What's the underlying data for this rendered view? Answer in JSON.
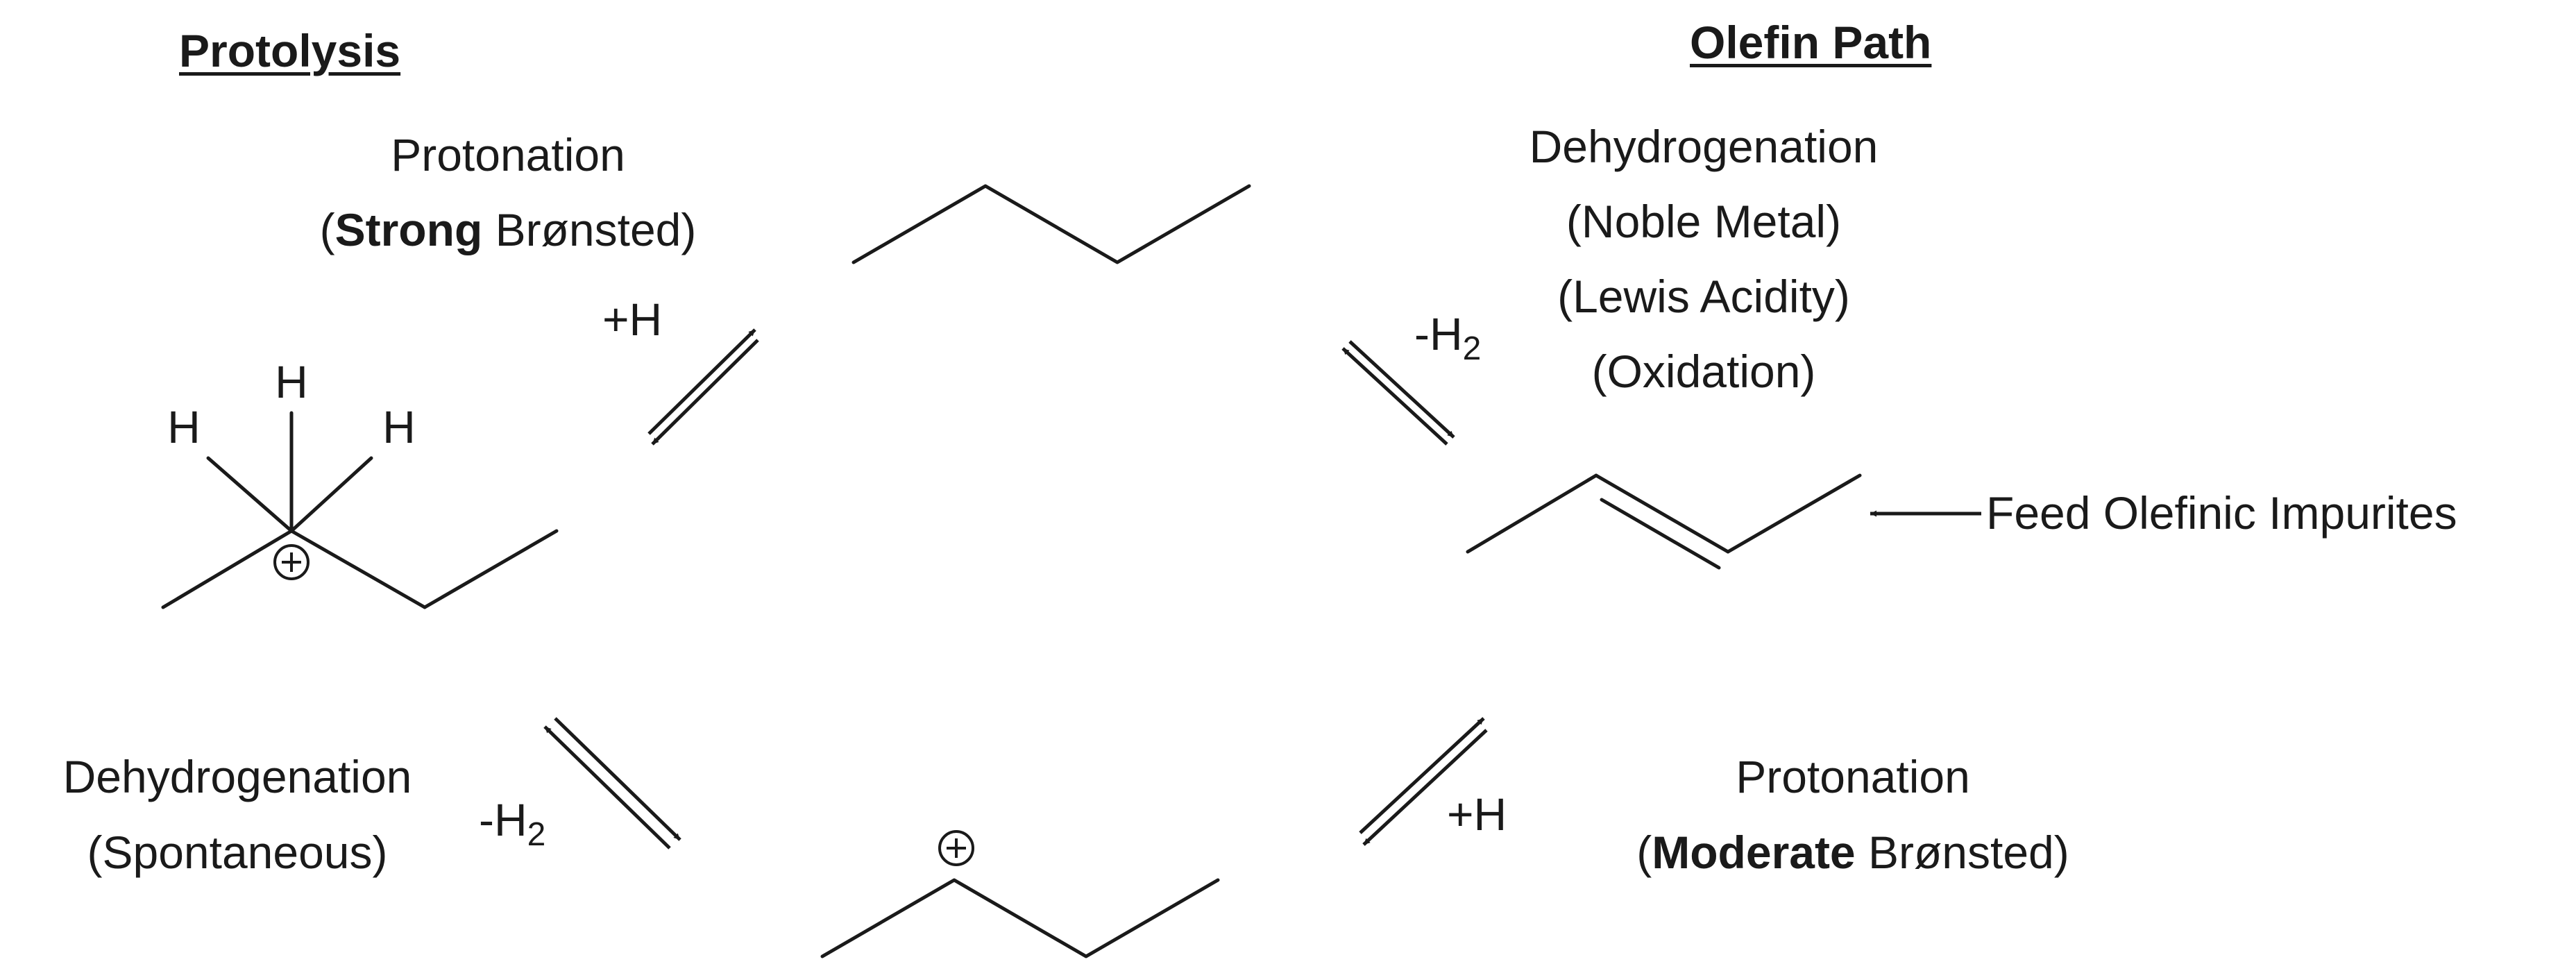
{
  "headings": {
    "left": "Protolysis",
    "right": "Olefin Path"
  },
  "top_left": {
    "line1": "Protonation",
    "line2_open": "(",
    "line2_bold": "Strong",
    "line2_rest": " Brønsted)",
    "reagent": "+H"
  },
  "top_right": {
    "line1": "Dehydrogenation",
    "line2": "(Noble Metal)",
    "line3": "(Lewis Acidity)",
    "line4": "(Oxidation)",
    "reagent_main": "-H",
    "reagent_sub": "2"
  },
  "bottom_left": {
    "line1": "Dehydrogenation",
    "line2": "(Spontaneous)",
    "reagent_main": "-H",
    "reagent_sub": "2"
  },
  "bottom_right": {
    "line1": "Protonation",
    "line2_open": "(",
    "line2_bold": "Moderate",
    "line2_rest": " Brønsted)",
    "reagent": "+H"
  },
  "feed_label": "Feed Olefinic Impurites",
  "atoms": {
    "h": "H",
    "charge": "+"
  },
  "colors": {
    "ink": "#1a1a1a",
    "background": "#ffffff"
  }
}
